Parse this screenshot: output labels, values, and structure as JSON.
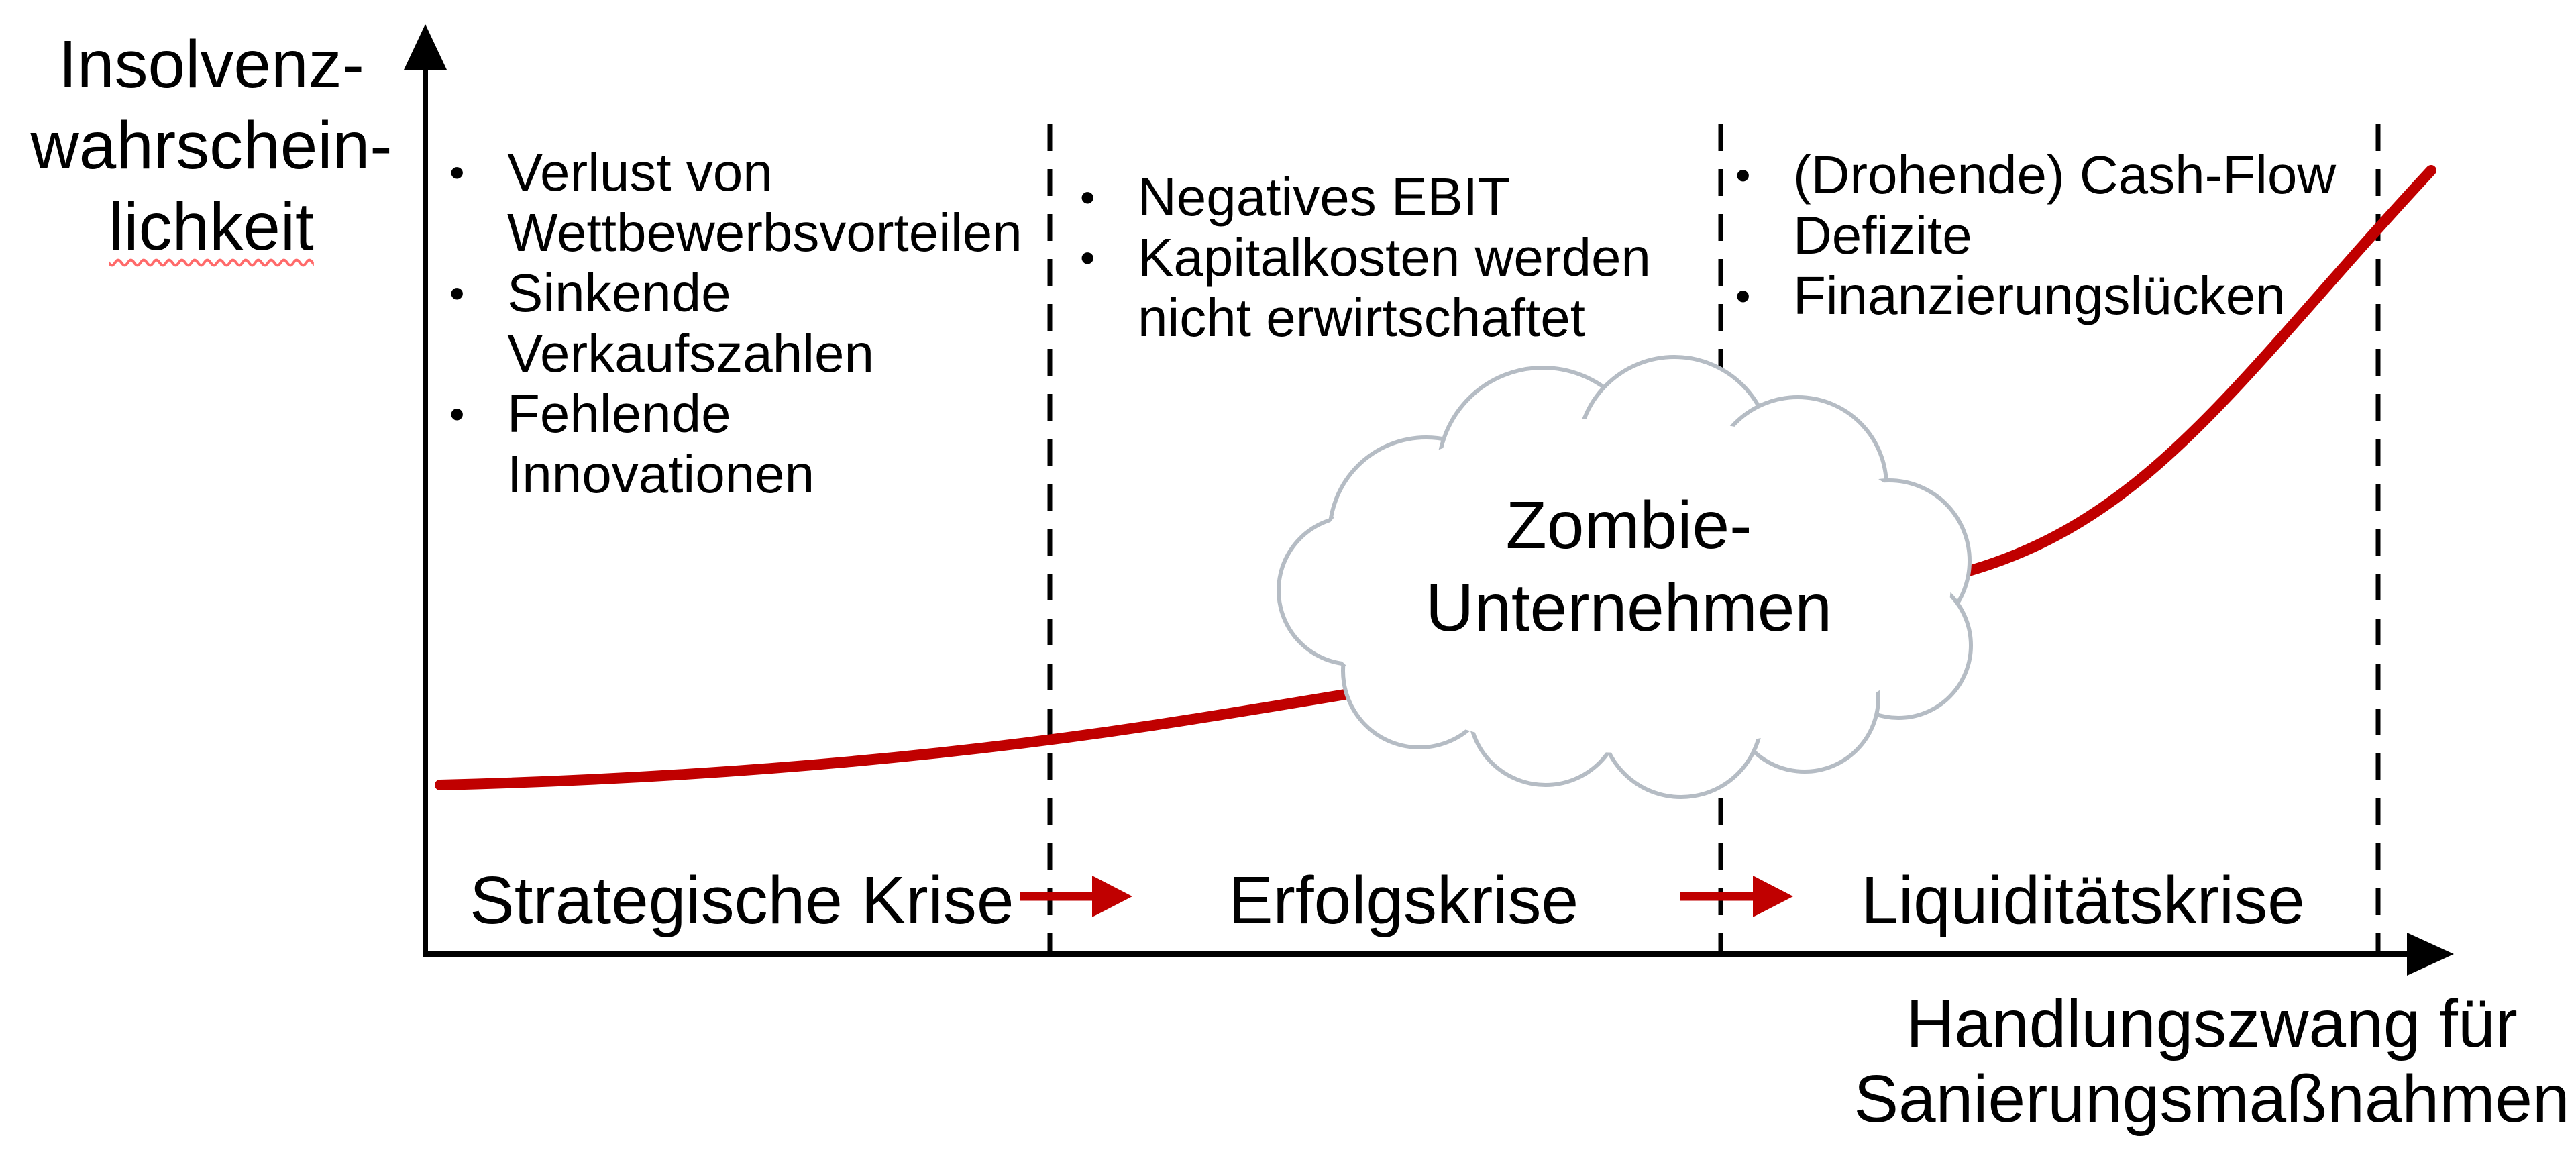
{
  "colors": {
    "curve_red": "#c00000",
    "arrow_red": "#c00000",
    "cloud_outline": "#b5bcc4",
    "squiggle_red": "#ff6a6a",
    "ink": "#000000"
  },
  "y_axis": {
    "label_lines": [
      "Insolvenz-",
      "wahrschein-",
      "lichkeit"
    ]
  },
  "x_axis": {
    "label_lines": [
      "Handlungszwang für",
      "Sanierungsmaßnahmen"
    ]
  },
  "phases": [
    {
      "label": "Strategische Krise",
      "items": [
        {
          "lines": [
            "Verlust von",
            "Wettbewerbsvorteilen"
          ]
        },
        {
          "lines": [
            "Sinkende",
            "Verkaufszahlen"
          ]
        },
        {
          "lines": [
            "Fehlende Innovationen"
          ]
        }
      ]
    },
    {
      "label": "Erfolgskrise",
      "items": [
        {
          "lines": [
            "Negatives EBIT"
          ]
        },
        {
          "lines": [
            "Kapitalkosten werden",
            "nicht erwirtschaftet"
          ]
        }
      ]
    },
    {
      "label": "Liquiditätskrise",
      "items": [
        {
          "lines": [
            "(Drohende) Cash-Flow",
            "Defizite"
          ]
        },
        {
          "lines": [
            "Finanzierungslücken"
          ]
        }
      ]
    }
  ],
  "cloud": {
    "label_lines": [
      "Zombie-",
      "Unternehmen"
    ]
  }
}
